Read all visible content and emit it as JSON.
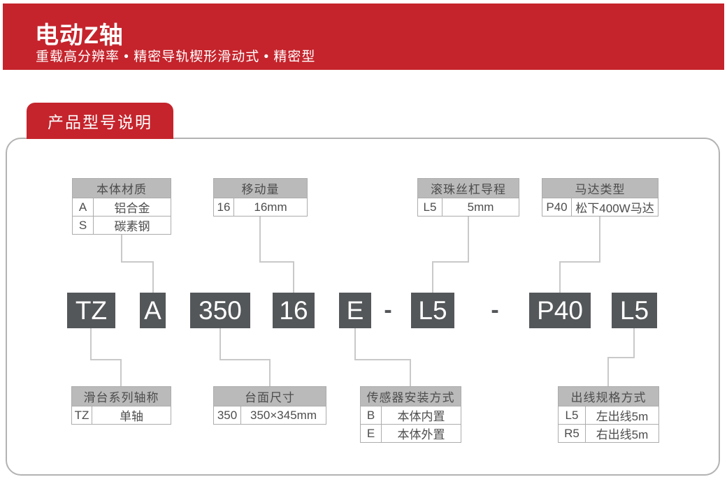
{
  "banner": {
    "title": "电动Z轴",
    "subtitle": "重载高分辨率 • 精密导轨楔形滑动式 • 精密型"
  },
  "section_tab": "产品型号说明",
  "model_code": {
    "segments": [
      {
        "text": "TZ",
        "type": "block"
      },
      {
        "text": "A",
        "type": "block"
      },
      {
        "text": "350",
        "type": "block"
      },
      {
        "text": "16",
        "type": "block"
      },
      {
        "text": "E",
        "type": "block"
      },
      {
        "text": "-",
        "type": "separator"
      },
      {
        "text": "L5",
        "type": "block"
      },
      {
        "text": "-",
        "type": "separator"
      },
      {
        "text": "P40",
        "type": "block"
      },
      {
        "text": "L5",
        "type": "block"
      }
    ]
  },
  "legend_tables": {
    "top": [
      {
        "title": "本体材质",
        "rows": [
          [
            "A",
            "铝合金"
          ],
          [
            "S",
            "碳素钢"
          ]
        ]
      },
      {
        "title": "移动量",
        "rows": [
          [
            "16",
            "16mm"
          ]
        ]
      },
      {
        "title": "滚珠丝杠导程",
        "rows": [
          [
            "L5",
            "5mm"
          ]
        ]
      },
      {
        "title": "马达类型",
        "rows": [
          [
            "P40",
            "松下400W马达"
          ]
        ]
      }
    ],
    "bottom": [
      {
        "title": "滑台系列轴称",
        "rows": [
          [
            "TZ",
            "单轴"
          ]
        ]
      },
      {
        "title": "台面尺寸",
        "rows": [
          [
            "350",
            "350×345mm"
          ]
        ]
      },
      {
        "title": "传感器安装方式",
        "rows": [
          [
            "B",
            "本体内置"
          ],
          [
            "E",
            "本体外置"
          ]
        ]
      },
      {
        "title": "出线规格方式",
        "rows": [
          [
            "L5",
            "左出线5m"
          ],
          [
            "R5",
            "右出线5m"
          ]
        ]
      }
    ]
  },
  "colors": {
    "brand_red": "#C5242C",
    "block_dark": "#54575A",
    "table_header_bg": "#BABABA",
    "table_border": "#ACACAC",
    "connector_gray": "#C9C9C9",
    "text_gray": "#4D4D4D"
  }
}
